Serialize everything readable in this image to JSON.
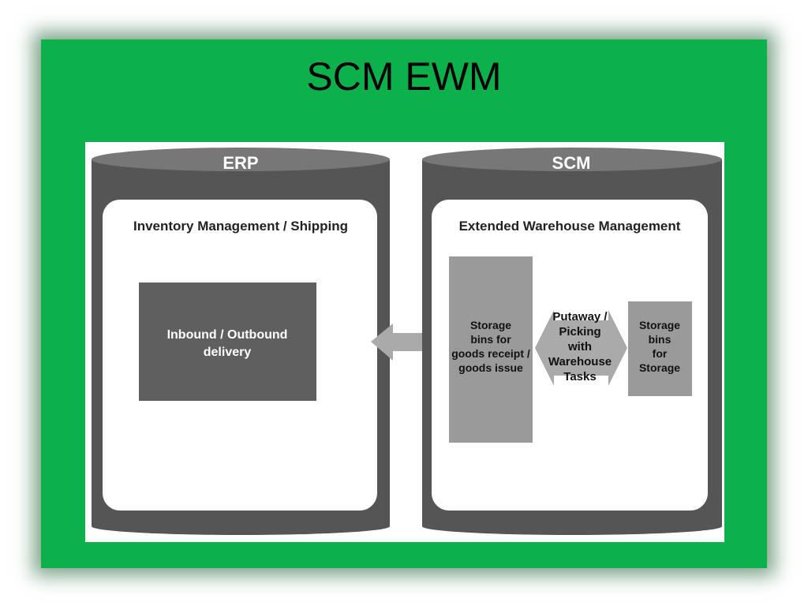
{
  "slide": {
    "title": "SCM EWM"
  },
  "diagram": {
    "erp": {
      "header": "ERP",
      "section_title": "Inventory Management / Shipping",
      "box_lines": [
        "Inbound / Outbound",
        "delivery"
      ]
    },
    "scm": {
      "header": "SCM",
      "section_title": "Extended Warehouse Management",
      "left_bin_lines": [
        "Storage",
        "bins for",
        "goods receipt /",
        "goods issue"
      ],
      "task_lines": [
        "Putaway /",
        "Picking",
        "with",
        "Warehouse",
        "Tasks"
      ],
      "right_bin_lines": [
        "Storage",
        "bins",
        "for",
        "Storage"
      ]
    }
  },
  "colors": {
    "green_background": "#0db14b",
    "cylinder_dark": "#555555",
    "cylinder_top": "#777777",
    "box_dark": "#5f5f5f",
    "box_light": "#9a9a9a",
    "arrow_gray": "#aaaaaa"
  }
}
